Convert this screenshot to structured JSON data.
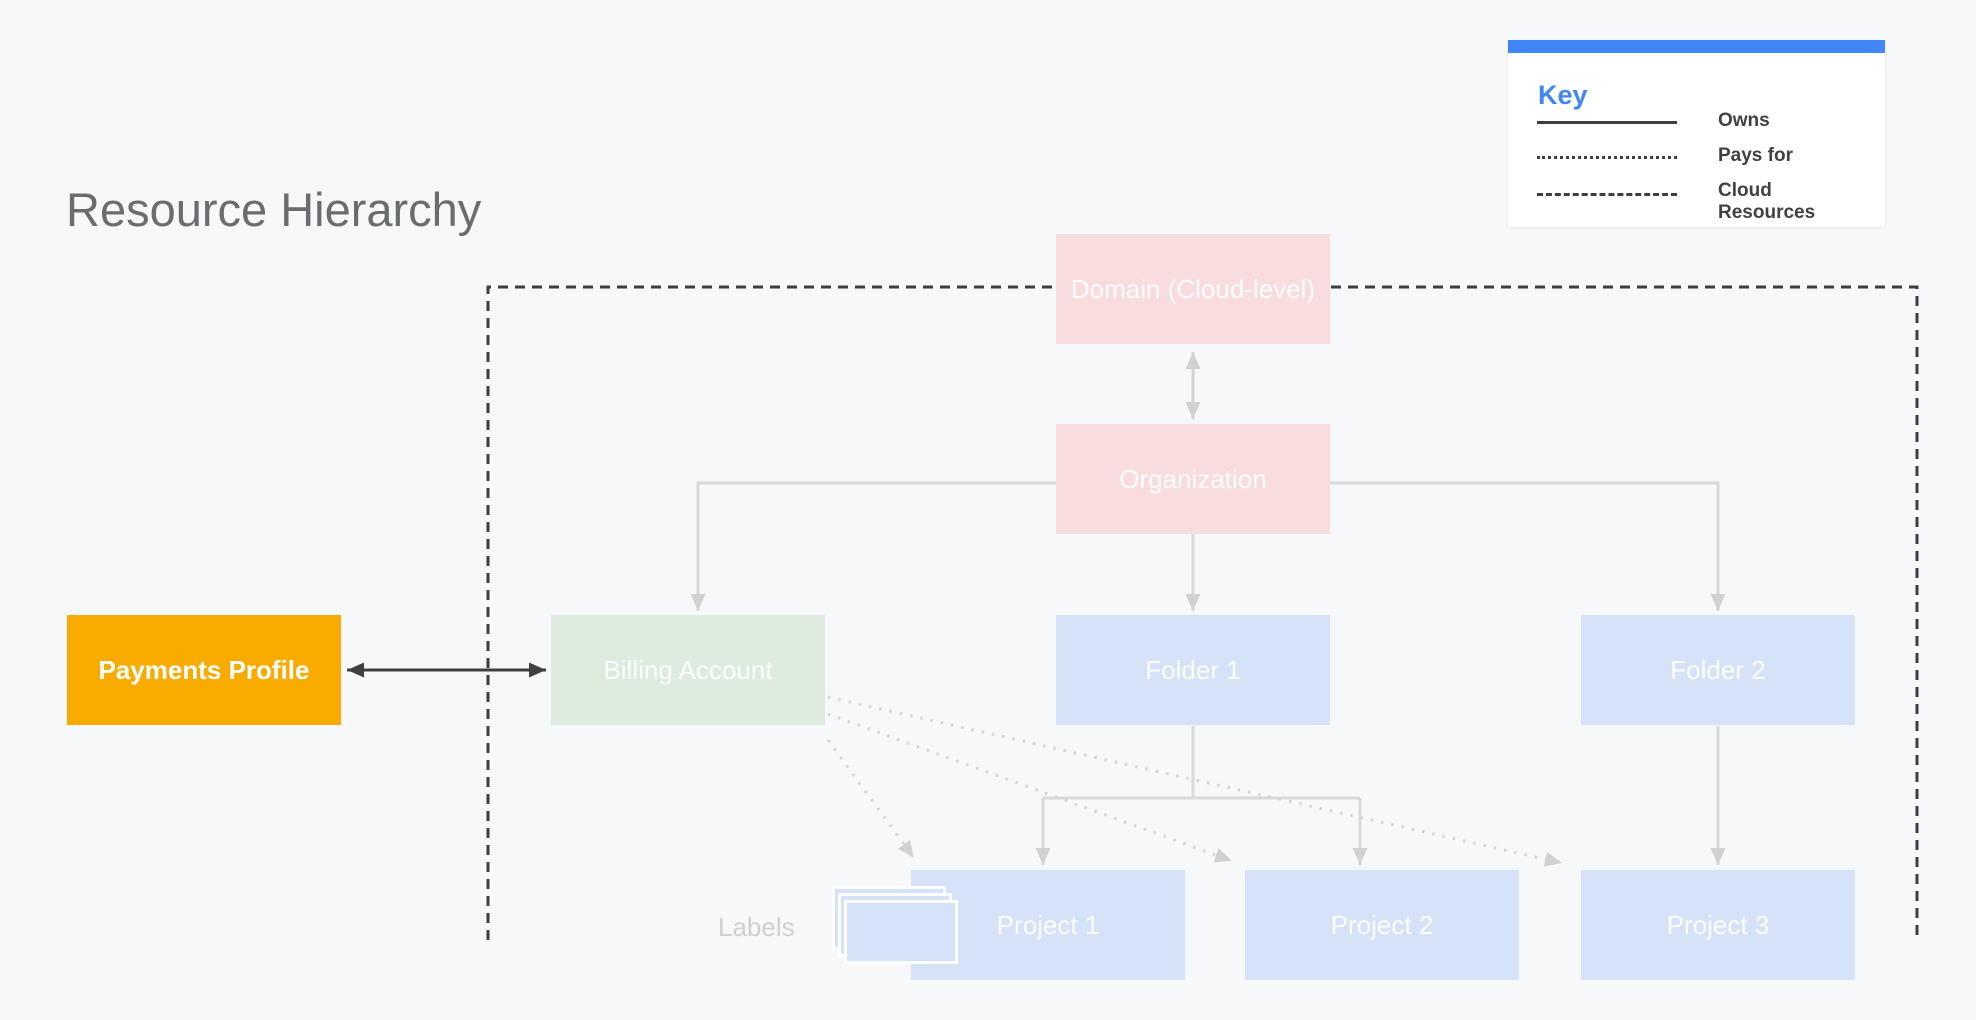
{
  "title": "Resource Hierarchy",
  "legend": {
    "title": "Key",
    "accent_color": "#4285f4",
    "items": [
      {
        "style": "solid",
        "label": "Owns"
      },
      {
        "style": "dotted",
        "label": "Pays for"
      },
      {
        "style": "dashed",
        "label": "Cloud Resources"
      }
    ]
  },
  "nodes": {
    "domain": {
      "label": "Domain (Cloud-level)",
      "color": "#f9dcdd"
    },
    "organization": {
      "label": "Organization",
      "color": "#f9dcdd"
    },
    "payments": {
      "label": "Payments Profile",
      "color": "#f9ab00"
    },
    "billing": {
      "label": "Billing Account",
      "color": "#ddecde"
    },
    "folder1": {
      "label": "Folder 1",
      "color": "#d6e2f7"
    },
    "folder2": {
      "label": "Folder 2",
      "color": "#d6e2f7"
    },
    "project1": {
      "label": "Project 1",
      "color": "#d6e2f7"
    },
    "project2": {
      "label": "Project 2",
      "color": "#d6e2f7"
    },
    "project3": {
      "label": "Project 3",
      "color": "#d6e2f7"
    }
  },
  "edges": [
    {
      "from": "domain",
      "to": "organization",
      "type": "owns",
      "bidirectional": true
    },
    {
      "from": "organization",
      "to": "billing",
      "type": "owns"
    },
    {
      "from": "organization",
      "to": "folder1",
      "type": "owns"
    },
    {
      "from": "organization",
      "to": "folder2",
      "type": "owns"
    },
    {
      "from": "folder1",
      "to": "project1",
      "type": "owns"
    },
    {
      "from": "folder1",
      "to": "project2",
      "type": "owns"
    },
    {
      "from": "folder2",
      "to": "project3",
      "type": "owns"
    },
    {
      "from": "payments",
      "to": "billing",
      "type": "owns",
      "bidirectional": true
    },
    {
      "from": "billing",
      "to": "project1",
      "type": "pays-for"
    },
    {
      "from": "billing",
      "to": "project2",
      "type": "pays-for"
    },
    {
      "from": "billing",
      "to": "project3",
      "type": "pays-for"
    }
  ],
  "annotations": {
    "labels_caption": "Labels",
    "cloud_resources_boundary": "dashed rectangle enclosing Domain, Organization, Billing Account, Folders and Projects"
  },
  "colors": {
    "background": "#f7f8fa",
    "title_text": "#6a6d70",
    "pink_node": "#f9dcdd",
    "green_node": "#ddecde",
    "blue_node": "#d6e2f7",
    "yellow_node": "#f9ab00",
    "dark_line": "#3c4043",
    "light_line": "#d3d5d7",
    "legend_accent": "#4285f4"
  }
}
